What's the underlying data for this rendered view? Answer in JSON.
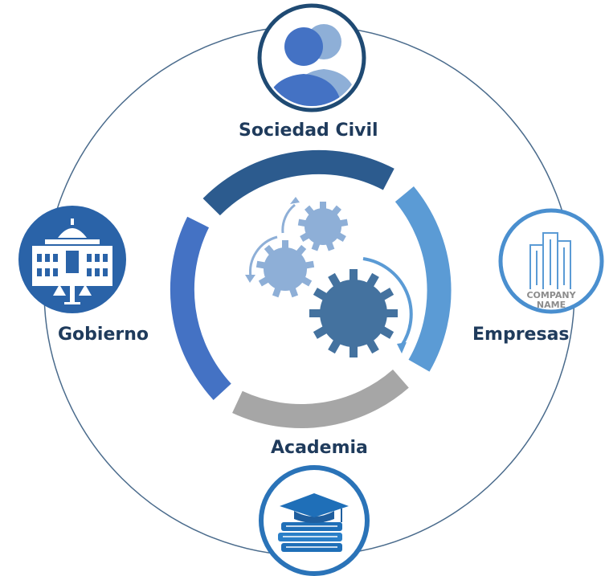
{
  "nodes": {
    "top": {
      "label": "Sociedad Civil",
      "icon": "people-icon"
    },
    "left": {
      "label": "Gobierno",
      "icon": "government-building-icon"
    },
    "right": {
      "label": "Empresas",
      "icon": "company-logo-icon",
      "logo_text": "COMPANY NAME"
    },
    "bottom": {
      "label": "Academia",
      "icon": "books-graduation-cap-icon"
    }
  },
  "center": {
    "icon": "gears-icon"
  },
  "colors": {
    "outer_circle": "#4a6b8c",
    "label_text": "#1f3b5c",
    "segment_top": "#2c5b8e",
    "segment_right": "#5b9bd5",
    "segment_bottom": "#a6a6a6",
    "segment_left": "#4472c4",
    "gear_dark": "#44729f",
    "gear_light": "#8eafd7",
    "gov_badge": "#2a63a8",
    "badge_ring": "#4a8fcf"
  }
}
